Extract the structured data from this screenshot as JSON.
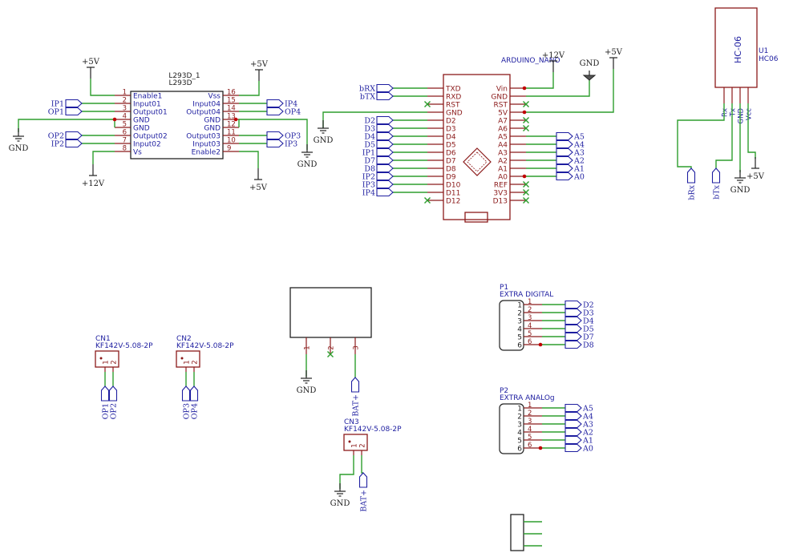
{
  "colors": {
    "wire": "#2e9e2e",
    "body": "#8b1a1a",
    "label": "#1e1ea0",
    "pwr": "#222222",
    "nc": "#2e9e2e",
    "dot": "#c00000"
  },
  "l293d": {
    "ref": "L293D_1",
    "value": "L293D",
    "left_pins": [
      {
        "n": "1",
        "name": "Enable1"
      },
      {
        "n": "2",
        "name": "Input01"
      },
      {
        "n": "3",
        "name": "Output01"
      },
      {
        "n": "4",
        "name": "GND"
      },
      {
        "n": "5",
        "name": "GND"
      },
      {
        "n": "6",
        "name": "Output02"
      },
      {
        "n": "7",
        "name": "Input02"
      },
      {
        "n": "8",
        "name": "Vs"
      }
    ],
    "right_pins": [
      {
        "n": "16",
        "name": "Vss"
      },
      {
        "n": "15",
        "name": "Input04"
      },
      {
        "n": "14",
        "name": "Output04"
      },
      {
        "n": "13",
        "name": "GND"
      },
      {
        "n": "12",
        "name": "GND"
      },
      {
        "n": "11",
        "name": "Output03"
      },
      {
        "n": "10",
        "name": "Input03"
      },
      {
        "n": "9",
        "name": "Enable2"
      }
    ],
    "left_labels": [
      "IP1",
      "OP1",
      "OP2",
      "IP2"
    ],
    "right_labels": [
      "IP4",
      "OP4",
      "OP3",
      "IP3"
    ]
  },
  "power": {
    "p5v": "+5V",
    "p12v": "+12V",
    "gnd": "GND"
  },
  "nano": {
    "value": "ARDUINO_NANO",
    "left_pins": [
      "TXD",
      "RXD",
      "RST",
      "GND",
      "D2",
      "D3",
      "D4",
      "D5",
      "D6",
      "D7",
      "D8",
      "D9",
      "D10",
      "D11",
      "D12"
    ],
    "right_pins": [
      "Vin",
      "GND",
      "RST",
      "5V",
      "A7",
      "A6",
      "A5",
      "A4",
      "A3",
      "A2",
      "A1",
      "A0",
      "REF",
      "3V3",
      "D13"
    ],
    "left_labels": [
      "bRX",
      "bTX",
      "",
      "",
      "D2",
      "D3",
      "D4",
      "D5",
      "IP1",
      "D7",
      "D8",
      "IP2",
      "IP3",
      "IP4",
      ""
    ],
    "right_labels": [
      "",
      "",
      "",
      "",
      "",
      "",
      "A5",
      "A4",
      "A3",
      "A2",
      "A1",
      "A0",
      "",
      "",
      ""
    ]
  },
  "hc06": {
    "ref": "U1",
    "value": "HC06",
    "body_label": "HC-06",
    "pins": [
      "Rx",
      "Tx",
      "GND",
      "Vcc"
    ],
    "labels": [
      "bRx",
      "bTx"
    ]
  },
  "regulator": {
    "pins": [
      "1",
      "2",
      "3"
    ],
    "label": "BAT+"
  },
  "cn1": {
    "ref": "CN1",
    "value": "KF142V-5.08-2P",
    "pins": [
      "1",
      "2"
    ],
    "labels": [
      "OP1",
      "OP2"
    ]
  },
  "cn2": {
    "ref": "CN2",
    "value": "KF142V-5.08-2P",
    "pins": [
      "1",
      "2"
    ],
    "labels": [
      "OP3",
      "OP4"
    ]
  },
  "cn3": {
    "ref": "CN3",
    "value": "KF142V-5.08-2P",
    "pins": [
      "1",
      "2"
    ],
    "labels": [
      "GND",
      "BAT+"
    ]
  },
  "p1": {
    "ref": "P1",
    "value": "EXTRA DIGITAL",
    "pins": [
      "1",
      "2",
      "3",
      "4",
      "5",
      "6"
    ],
    "labels": [
      "D2",
      "D3",
      "D4",
      "D5",
      "D7",
      "D8"
    ]
  },
  "p2": {
    "ref": "P2",
    "value": "EXTRA ANALOg",
    "pins": [
      "1",
      "2",
      "3",
      "4",
      "5",
      "6"
    ],
    "labels": [
      "A5",
      "A4",
      "A3",
      "A2",
      "A1",
      "A0"
    ]
  }
}
